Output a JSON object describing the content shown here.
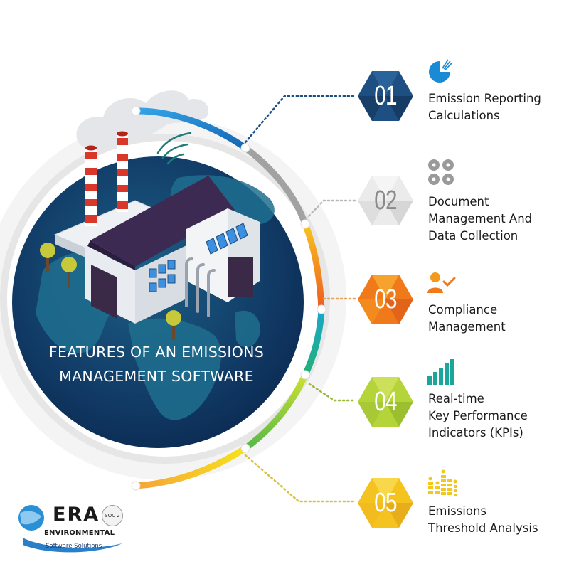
{
  "title": {
    "line1": "FEATURES OF AN EMISSIONS",
    "line2": "MANAGEMENT SOFTWARE"
  },
  "features": [
    {
      "number": "01",
      "lines": [
        "Emission Reporting",
        "Calculations"
      ],
      "icon": "pie-chart-icon",
      "color": "#1e4f82",
      "icon_color": "#1a8ad4"
    },
    {
      "number": "02",
      "lines": [
        "Document",
        "Management And",
        "Data Collection"
      ],
      "icon": "four-discs-icon",
      "color": "#e8e8e8",
      "icon_color": "#9a9a9a"
    },
    {
      "number": "03",
      "lines": [
        "Compliance",
        "Management"
      ],
      "icon": "user-check-icon",
      "color": "#f07a1a",
      "icon_color": "#f39a1c"
    },
    {
      "number": "04",
      "lines": [
        "Real-time",
        "Key Performance",
        "Indicators (KPIs)"
      ],
      "icon": "bar-chart-icon",
      "color": "#b5d43a",
      "icon_color": "#1aa79a"
    },
    {
      "number": "05",
      "lines": [
        "Emissions",
        "Threshold Analysis"
      ],
      "icon": "equalizer-icon",
      "color": "#f5c320",
      "icon_color": "#f2c81e"
    }
  ],
  "arc_colors": [
    "#1a7fc9",
    "#9c9c9c",
    "#f07a1a",
    "#1aa7b0",
    "#7cc242",
    "#f5c320"
  ],
  "logo": {
    "name": "ERA",
    "subtitle": "ENVIRONMENTAL",
    "tagline": "Software Solutions",
    "badge": "SOC 2"
  }
}
